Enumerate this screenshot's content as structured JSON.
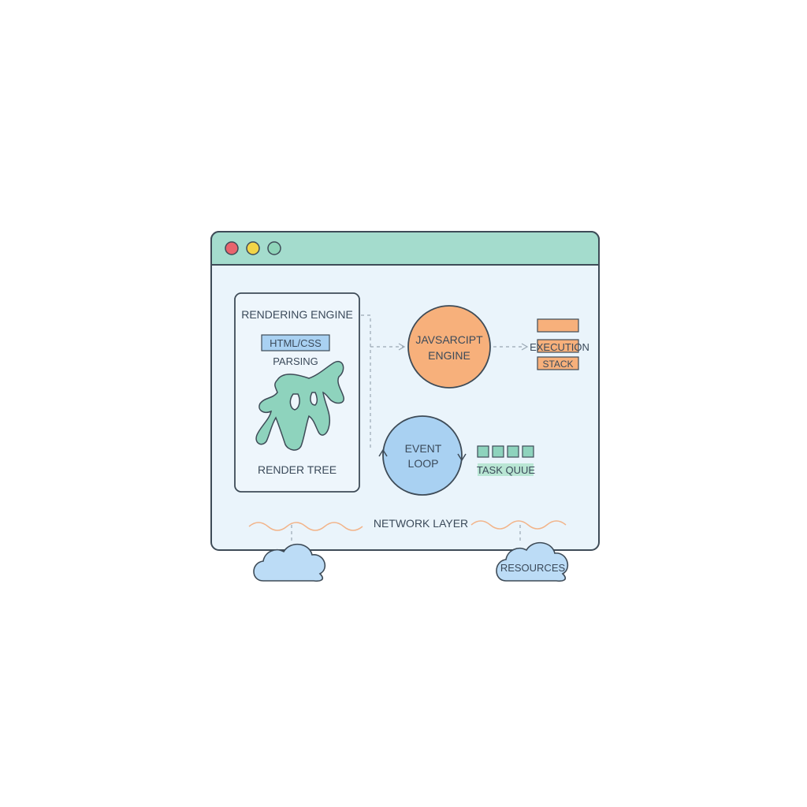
{
  "colors": {
    "window_bg": "#eaf4fb",
    "window_stroke": "#3e4b57",
    "titlebar": "#a4dccd",
    "dot_red": "#e8636d",
    "dot_yellow": "#f2d447",
    "dot_green": "#8fd4b9",
    "accent_blue": "#a9d1f2",
    "accent_teal": "#8ed3bd",
    "accent_orange": "#f7b07b",
    "text": "#3b4a5a",
    "connector": "#9aa8b4",
    "wave": "#f2b48a",
    "cloud": "#bcdcf6"
  },
  "rendering_engine": {
    "title": "RENDERING ENGINE",
    "tag": "HTML/CSS",
    "subtitle": "PARSING",
    "footer": "RENDER TREE",
    "icon": "render-tree-blob-icon"
  },
  "js_engine": {
    "line1": "JAVSARCIPT",
    "line2": "ENGINE"
  },
  "execution_stack": {
    "label1": "EXECUTION",
    "label2": "STACK",
    "blocks": 3
  },
  "event_loop": {
    "line1": "EVENT",
    "line2": "LOOP",
    "icon": "cycle-arrows-icon"
  },
  "task_queue": {
    "label": "TASK QUUE",
    "slots": 4
  },
  "network": {
    "label": "NETWORK LAYER"
  },
  "resources": {
    "label": "RESOURCES"
  }
}
